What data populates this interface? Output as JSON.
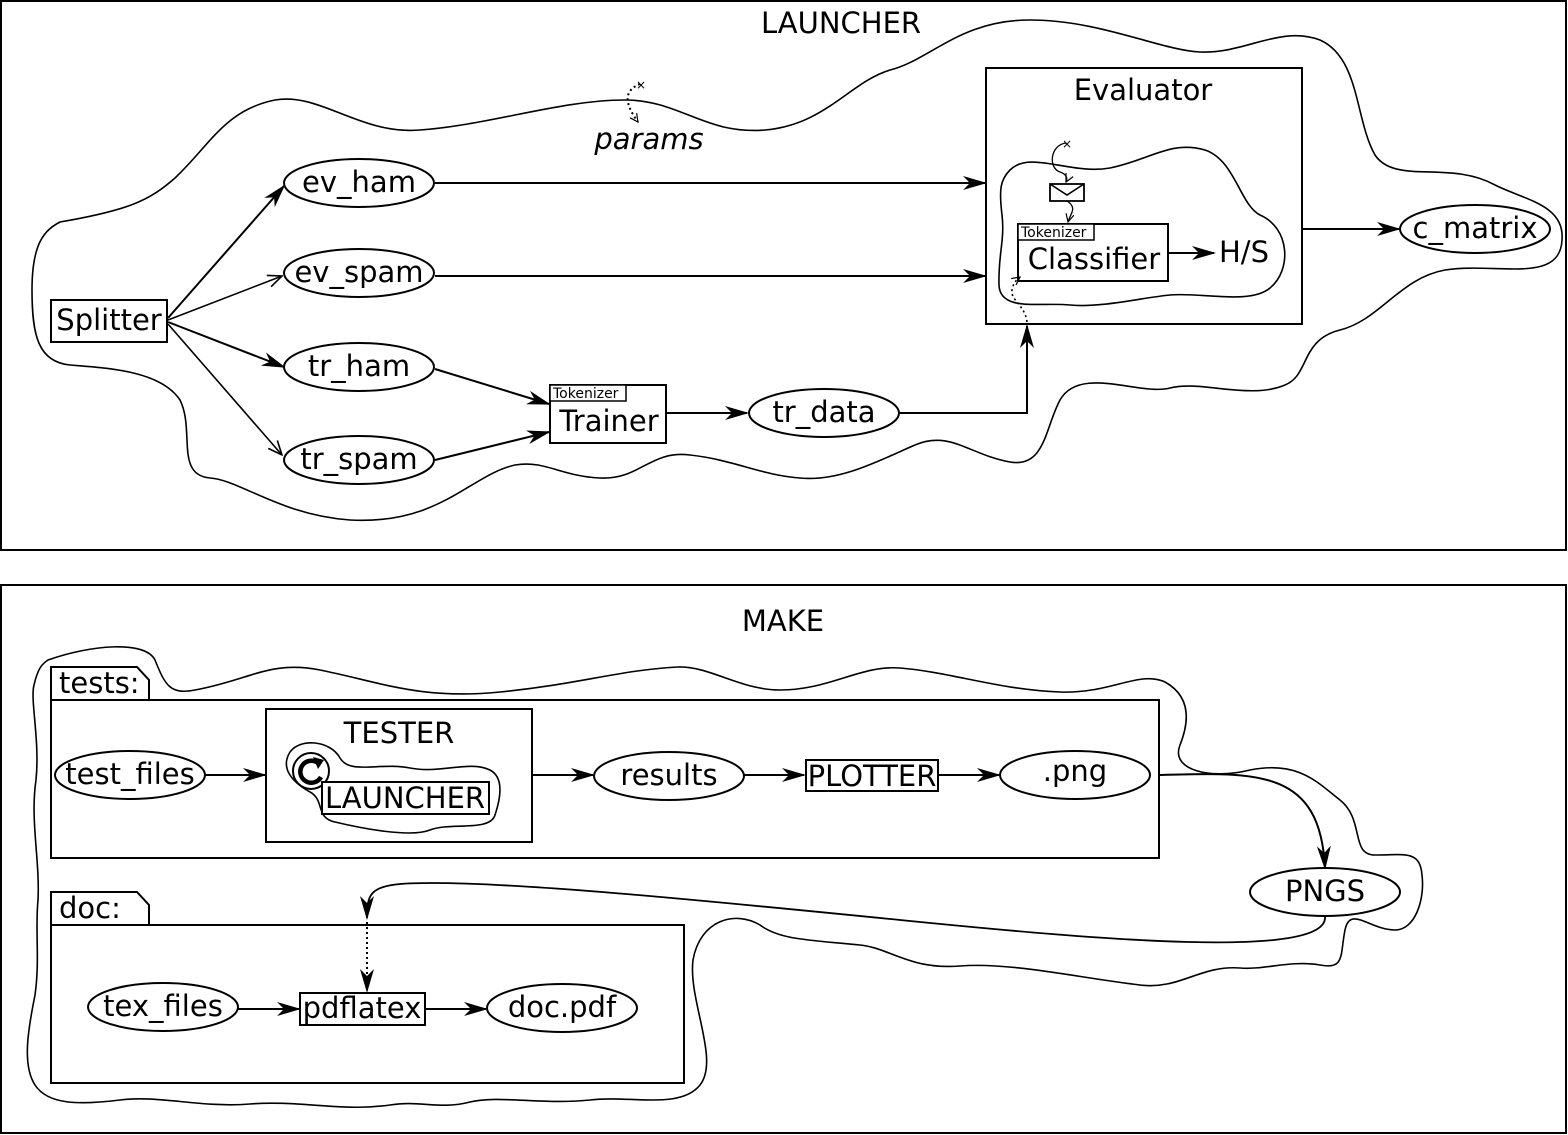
{
  "launcher": {
    "title": "LAUNCHER",
    "params": "params",
    "splitter": "Splitter",
    "ev_ham": "ev_ham",
    "ev_spam": "ev_spam",
    "tr_ham": "tr_ham",
    "tr_spam": "tr_spam",
    "trainer_tag": "Tokenizer",
    "trainer": "Trainer",
    "tr_data": "tr_data",
    "evaluator": "Evaluator",
    "classifier_tag": "Tokenizer",
    "classifier": "Classifier",
    "hs": "H/S",
    "c_matrix": "c_matrix"
  },
  "make": {
    "title": "MAKE",
    "tests_label": "tests:",
    "test_files": "test_files",
    "tester": "TESTER",
    "launcher_ref": "LAUNCHER",
    "results": "results",
    "plotter": "PLOTTER",
    "png": ".png",
    "pngs": "PNGS",
    "doc_label": "doc:",
    "tex_files": "tex_files",
    "pdflatex": "pdflatex",
    "doc_pdf": "doc.pdf"
  }
}
